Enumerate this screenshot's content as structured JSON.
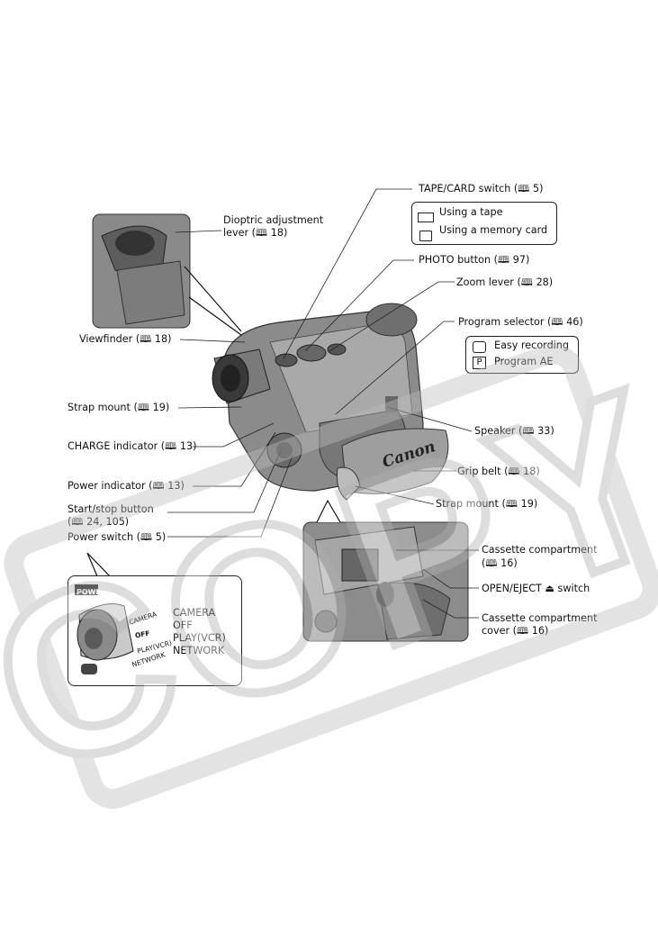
{
  "watermark": "COPY",
  "labels": {
    "tape_card_switch": "TAPE/CARD switch (🕮 5)",
    "using_tape": "Using a tape",
    "using_card": "Using a memory card",
    "dioptric_1": "Dioptric adjustment",
    "dioptric_2": "lever (🕮 18)",
    "photo_button": "PHOTO button (🕮 97)",
    "zoom_lever": "Zoom lever (🕮 28)",
    "program_selector": "Program selector (🕮 46)",
    "easy_recording": "Easy recording",
    "program_ae": "Program AE",
    "program_ae_icon": "P",
    "viewfinder": "Viewfinder (🕮 18)",
    "strap_mount_left": "Strap mount (🕮 19)",
    "charge_indicator": "CHARGE indicator (🕮 13)",
    "power_indicator": "Power indicator (🕮 13)",
    "start_stop_1": "Start/stop button",
    "start_stop_2": "(🕮 24, 105)",
    "power_switch": "Power switch (🕮 5)",
    "speaker": "Speaker (🕮 33)",
    "grip_belt": "Grip belt (🕮 18)",
    "strap_mount_right": "Strap mount (🕮 19)",
    "cassette_comp_1": "Cassette compartment",
    "cassette_comp_2": "(🕮 16)",
    "open_eject": "OPEN/EJECT ⏏ switch",
    "cassette_cover_1": "Cassette compartment",
    "cassette_cover_2": "cover (🕮 16)",
    "brand": "Canon"
  },
  "power_dial": {
    "title": "POWER",
    "positions": [
      "CAMERA",
      "OFF",
      "PLAY(VCR)",
      "NETWORK"
    ],
    "dial_marks": [
      "CAMERA",
      "OFF",
      "PLAY(VCR)",
      "NETWORK"
    ]
  }
}
